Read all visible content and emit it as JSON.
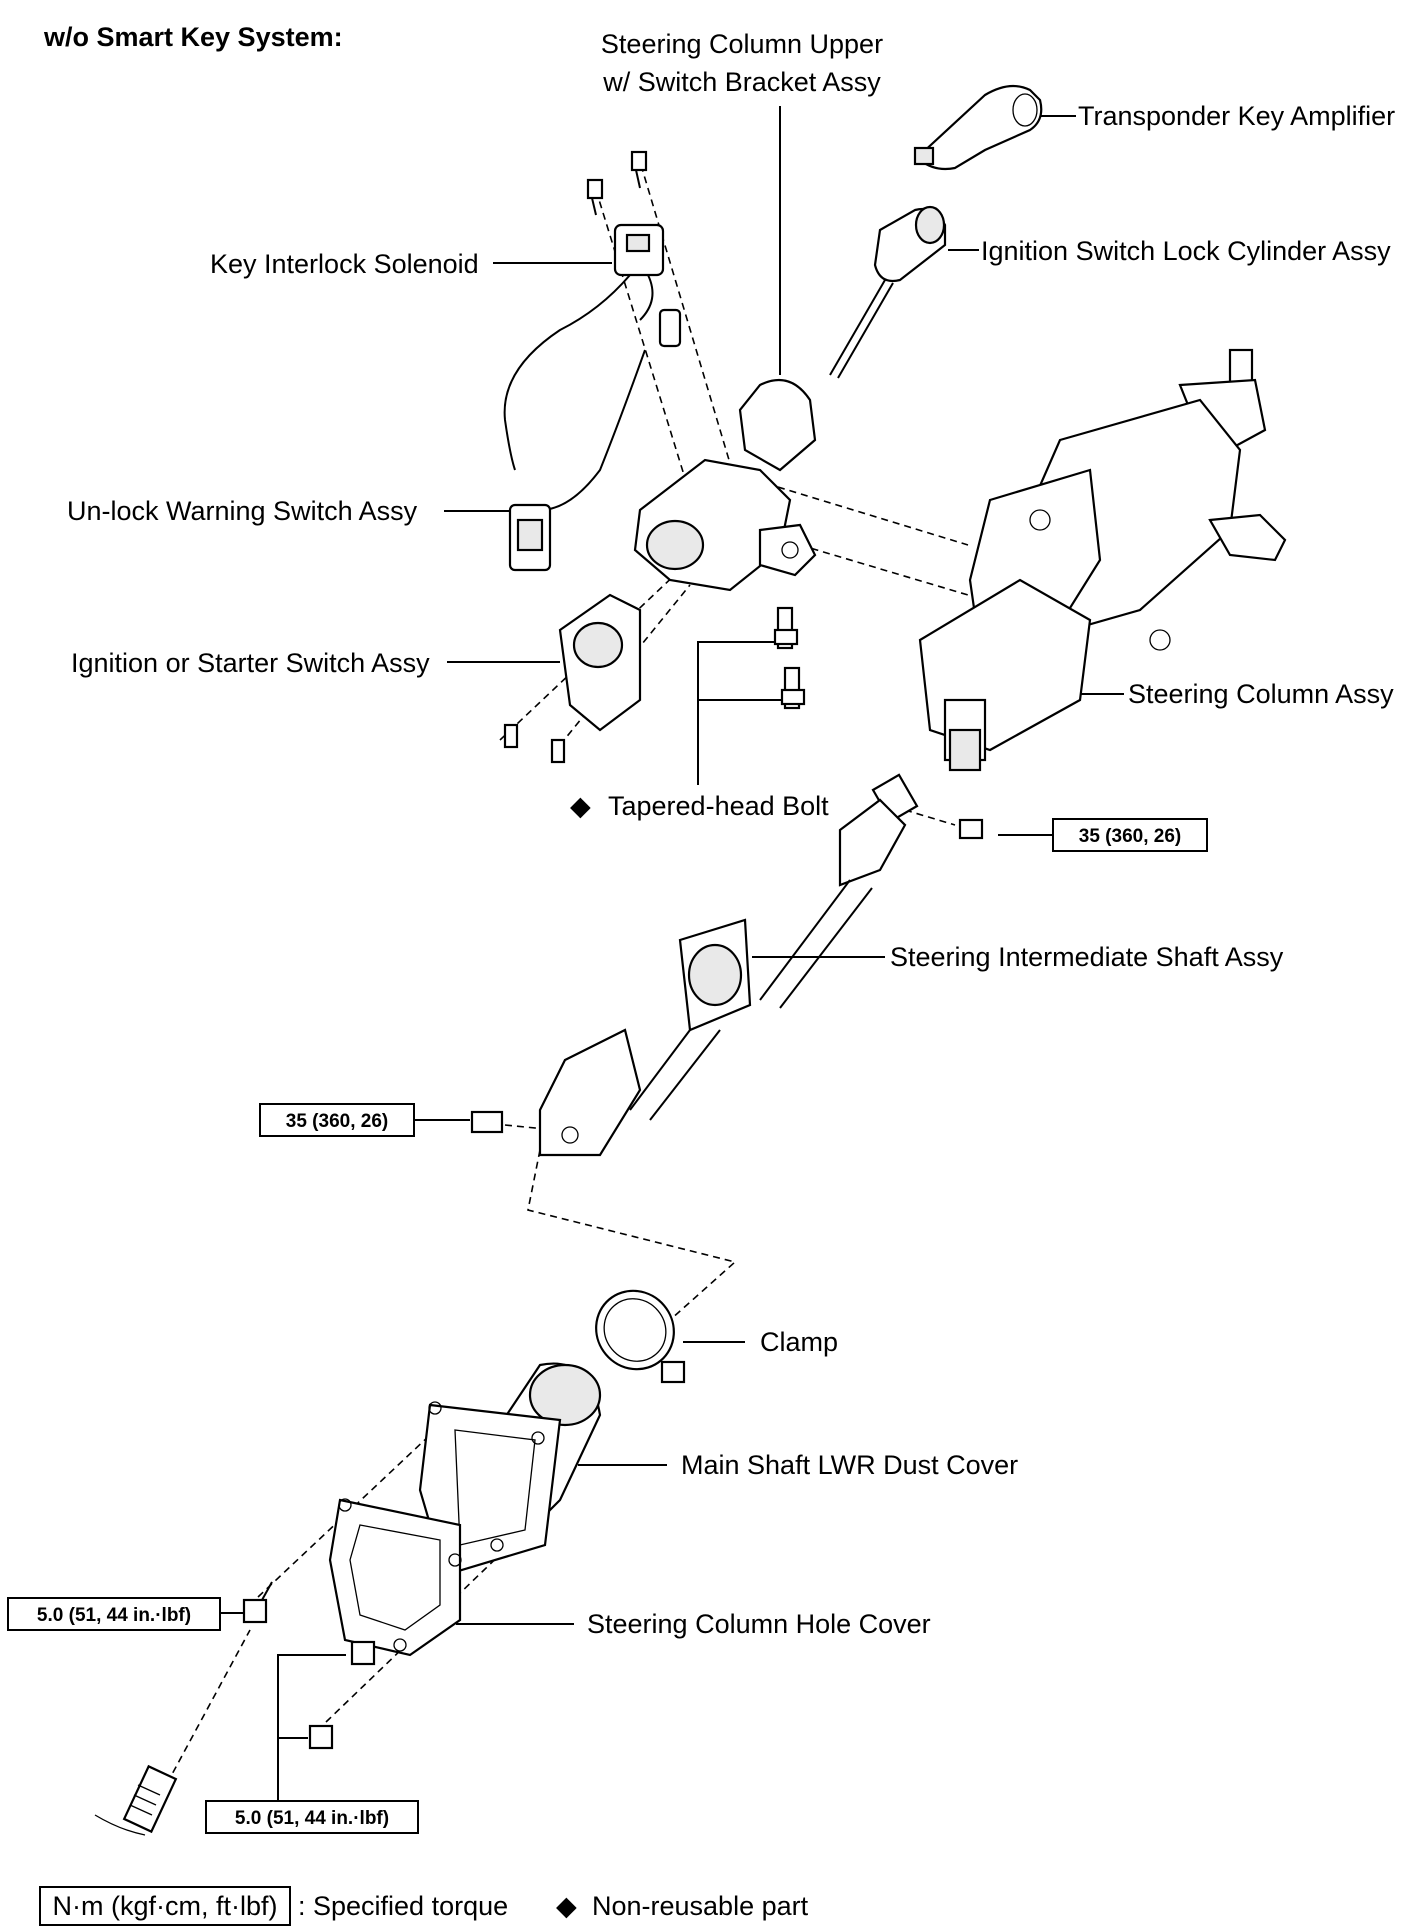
{
  "header": "w/o Smart Key System:",
  "parts": {
    "steering_column_upper": [
      "Steering Column Upper",
      "w/ Switch Bracket Assy"
    ],
    "transponder_key_amplifier": "Transponder Key Amplifier",
    "ignition_switch_lock_cylinder": "Ignition Switch Lock Cylinder Assy",
    "key_interlock_solenoid": "Key Interlock Solenoid",
    "unlock_warning_switch": "Un-lock  Warning Switch Assy",
    "ignition_starter_switch": "Ignition or Starter Switch Assy",
    "steering_column_assy": "Steering Column Assy",
    "tapered_head_bolt": "Tapered-head  Bolt",
    "steering_intermediate_shaft": "Steering Intermediate Shaft Assy",
    "clamp": "Clamp",
    "main_shaft_lwr_dust_cover": "Main Shaft LWR Dust Cover",
    "steering_column_hole_cover": "Steering Column Hole Cover"
  },
  "torques": {
    "upper_joint": "35 (360, 26)",
    "lower_joint": "35 (360, 26)",
    "cover_bolt": "5.0 (51, 44 in.·lbf)",
    "cover_nuts": "5.0 (51, 44 in.·lbf)"
  },
  "legend": {
    "unit_box": "N·m (kgf·cm, ft·lbf)",
    "specified_torque": ": Specified torque",
    "non_reusable": "Non-reusable  part"
  },
  "icons": {
    "non_reusable_marker": "black-diamond",
    "marker_glyph": "◆"
  }
}
